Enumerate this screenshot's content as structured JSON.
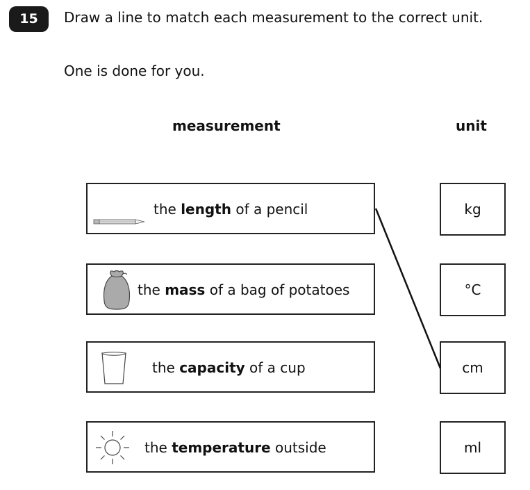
{
  "question": {
    "number": "15",
    "instruction": "Draw a line to match each measurement to the correct unit.",
    "sub_instruction": "One is done for you."
  },
  "headers": {
    "measurement": "measurement",
    "unit": "unit"
  },
  "measurements": [
    {
      "pre": "the ",
      "key": "length",
      "post": " of a pencil",
      "icon": "pencil-icon"
    },
    {
      "pre": "the ",
      "key": "mass",
      "post": " of a bag of potatoes",
      "icon": "potato-bag-icon"
    },
    {
      "pre": "the ",
      "key": "capacity",
      "post": " of a cup",
      "icon": "cup-icon"
    },
    {
      "pre": "the ",
      "key": "temperature",
      "post": " outside",
      "icon": "sun-icon"
    }
  ],
  "units": [
    "kg",
    "°C",
    "cm",
    "ml"
  ],
  "completed_match": {
    "measurement": "length",
    "unit": "cm"
  }
}
